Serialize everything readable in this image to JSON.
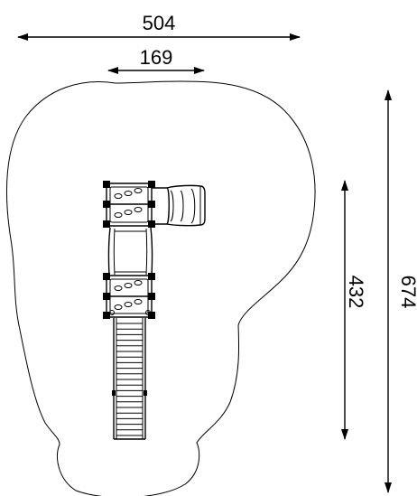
{
  "dimensions": {
    "overall_width": "504",
    "tower_width": "169",
    "inner_length": "432",
    "overall_length": "674"
  },
  "colors": {
    "line": "#000000",
    "background": "#ffffff"
  }
}
